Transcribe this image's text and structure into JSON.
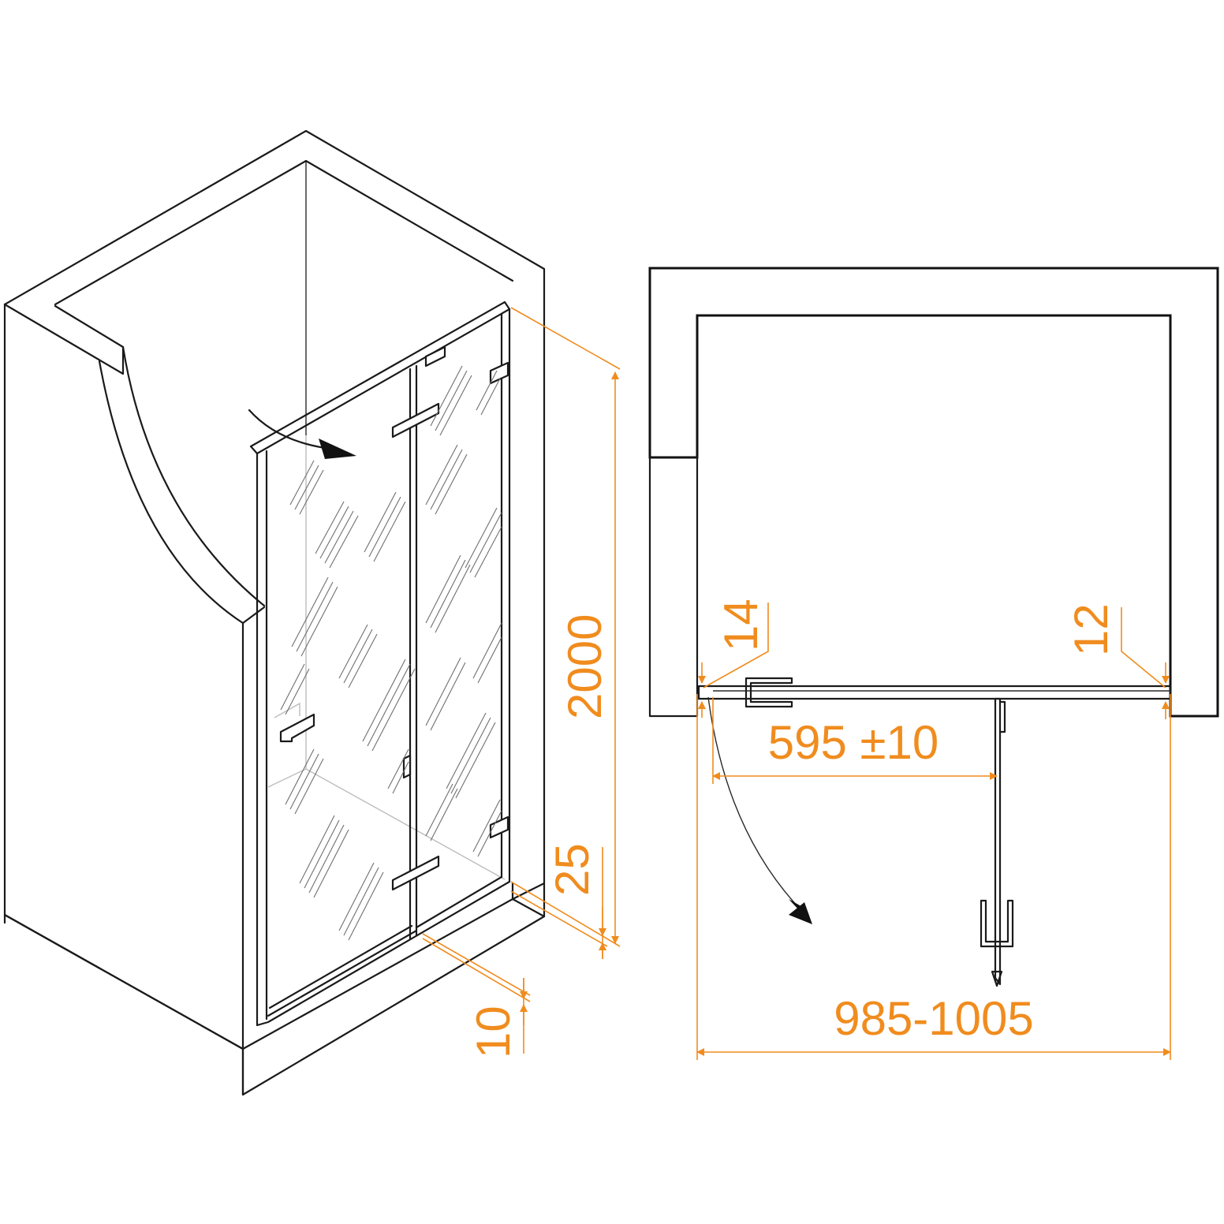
{
  "colors": {
    "line": "#1a1a1a",
    "dimension": "#f08c1e",
    "background": "#ffffff"
  },
  "dimensions": {
    "height": "2000",
    "bottom_offset": "25",
    "threshold": "10",
    "left_gap": "14",
    "right_gap": "12",
    "door_width": "595 ±10",
    "total_width": "985-1005"
  }
}
